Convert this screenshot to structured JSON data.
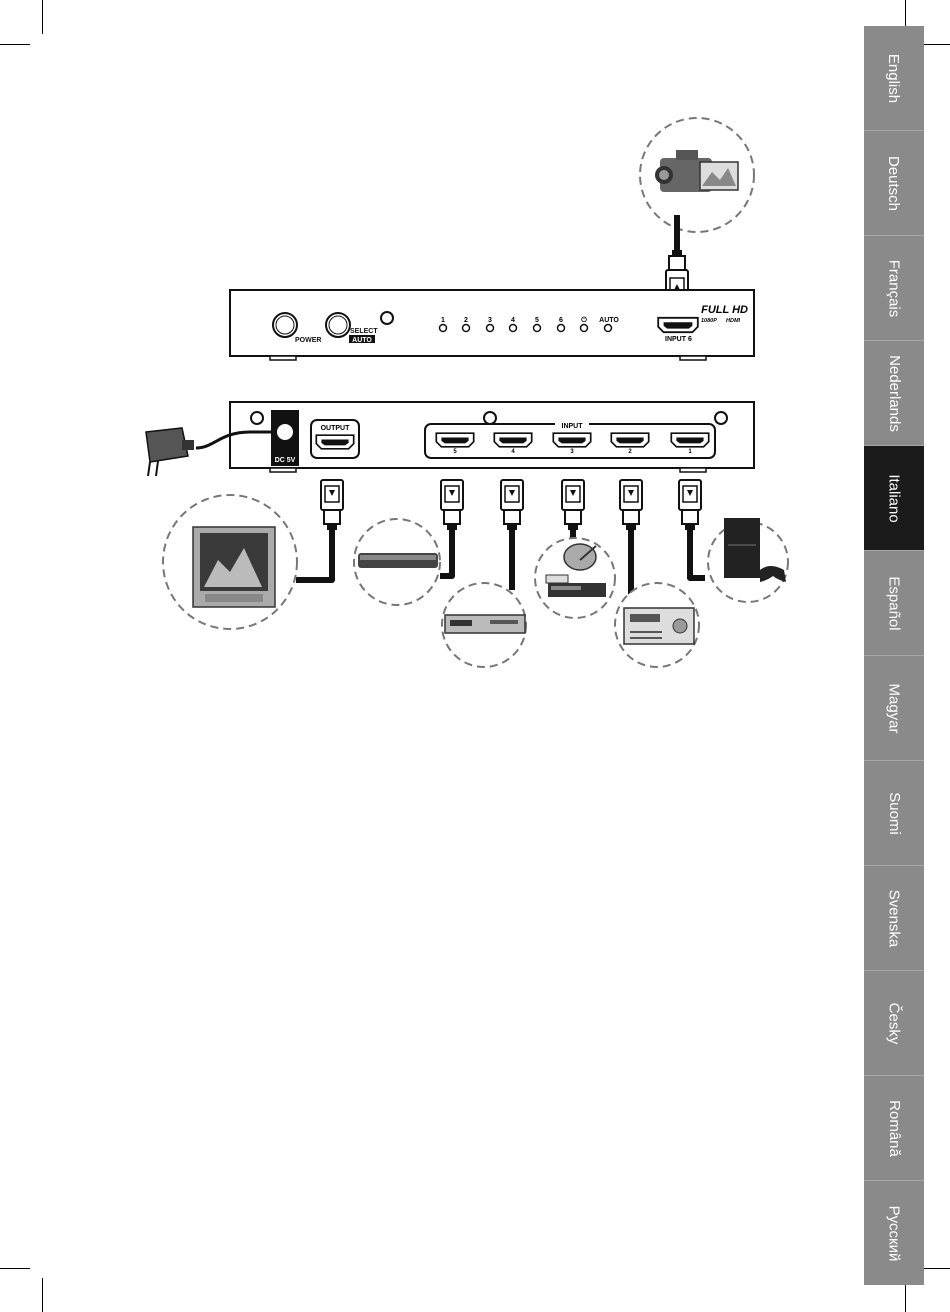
{
  "languages": [
    {
      "label": "English",
      "active": false
    },
    {
      "label": "Deutsch",
      "active": false
    },
    {
      "label": "Français",
      "active": false
    },
    {
      "label": "Nederlands",
      "active": false
    },
    {
      "label": "Italiano",
      "active": true
    },
    {
      "label": "Español",
      "active": false
    },
    {
      "label": "Magyar",
      "active": false
    },
    {
      "label": "Suomi",
      "active": false
    },
    {
      "label": "Svenska",
      "active": false
    },
    {
      "label": "Česky",
      "active": false
    },
    {
      "label": "Română",
      "active": false
    },
    {
      "label": "Русский",
      "active": false
    }
  ],
  "front_panel": {
    "power_label": "POWER",
    "select_label": "SELECT",
    "auto_button_label": "AUTO",
    "led_labels": [
      "1",
      "2",
      "3",
      "4",
      "5",
      "6",
      "⏻",
      "AUTO"
    ],
    "brand_line1": "FULL HD",
    "brand_line2": "1080P",
    "brand_line3": "HDMI",
    "input6_label": "INPUT 6"
  },
  "back_panel": {
    "output_label": "OUTPUT",
    "input_label": "INPUT",
    "dc_label": "DC 5V",
    "port_numbers": [
      "5",
      "4",
      "3",
      "2",
      "1"
    ]
  },
  "colors": {
    "active_tab": "#1b1b1b",
    "tab_bg": "#8a8a8a",
    "line": "#222222",
    "panel": "#ffffff"
  }
}
